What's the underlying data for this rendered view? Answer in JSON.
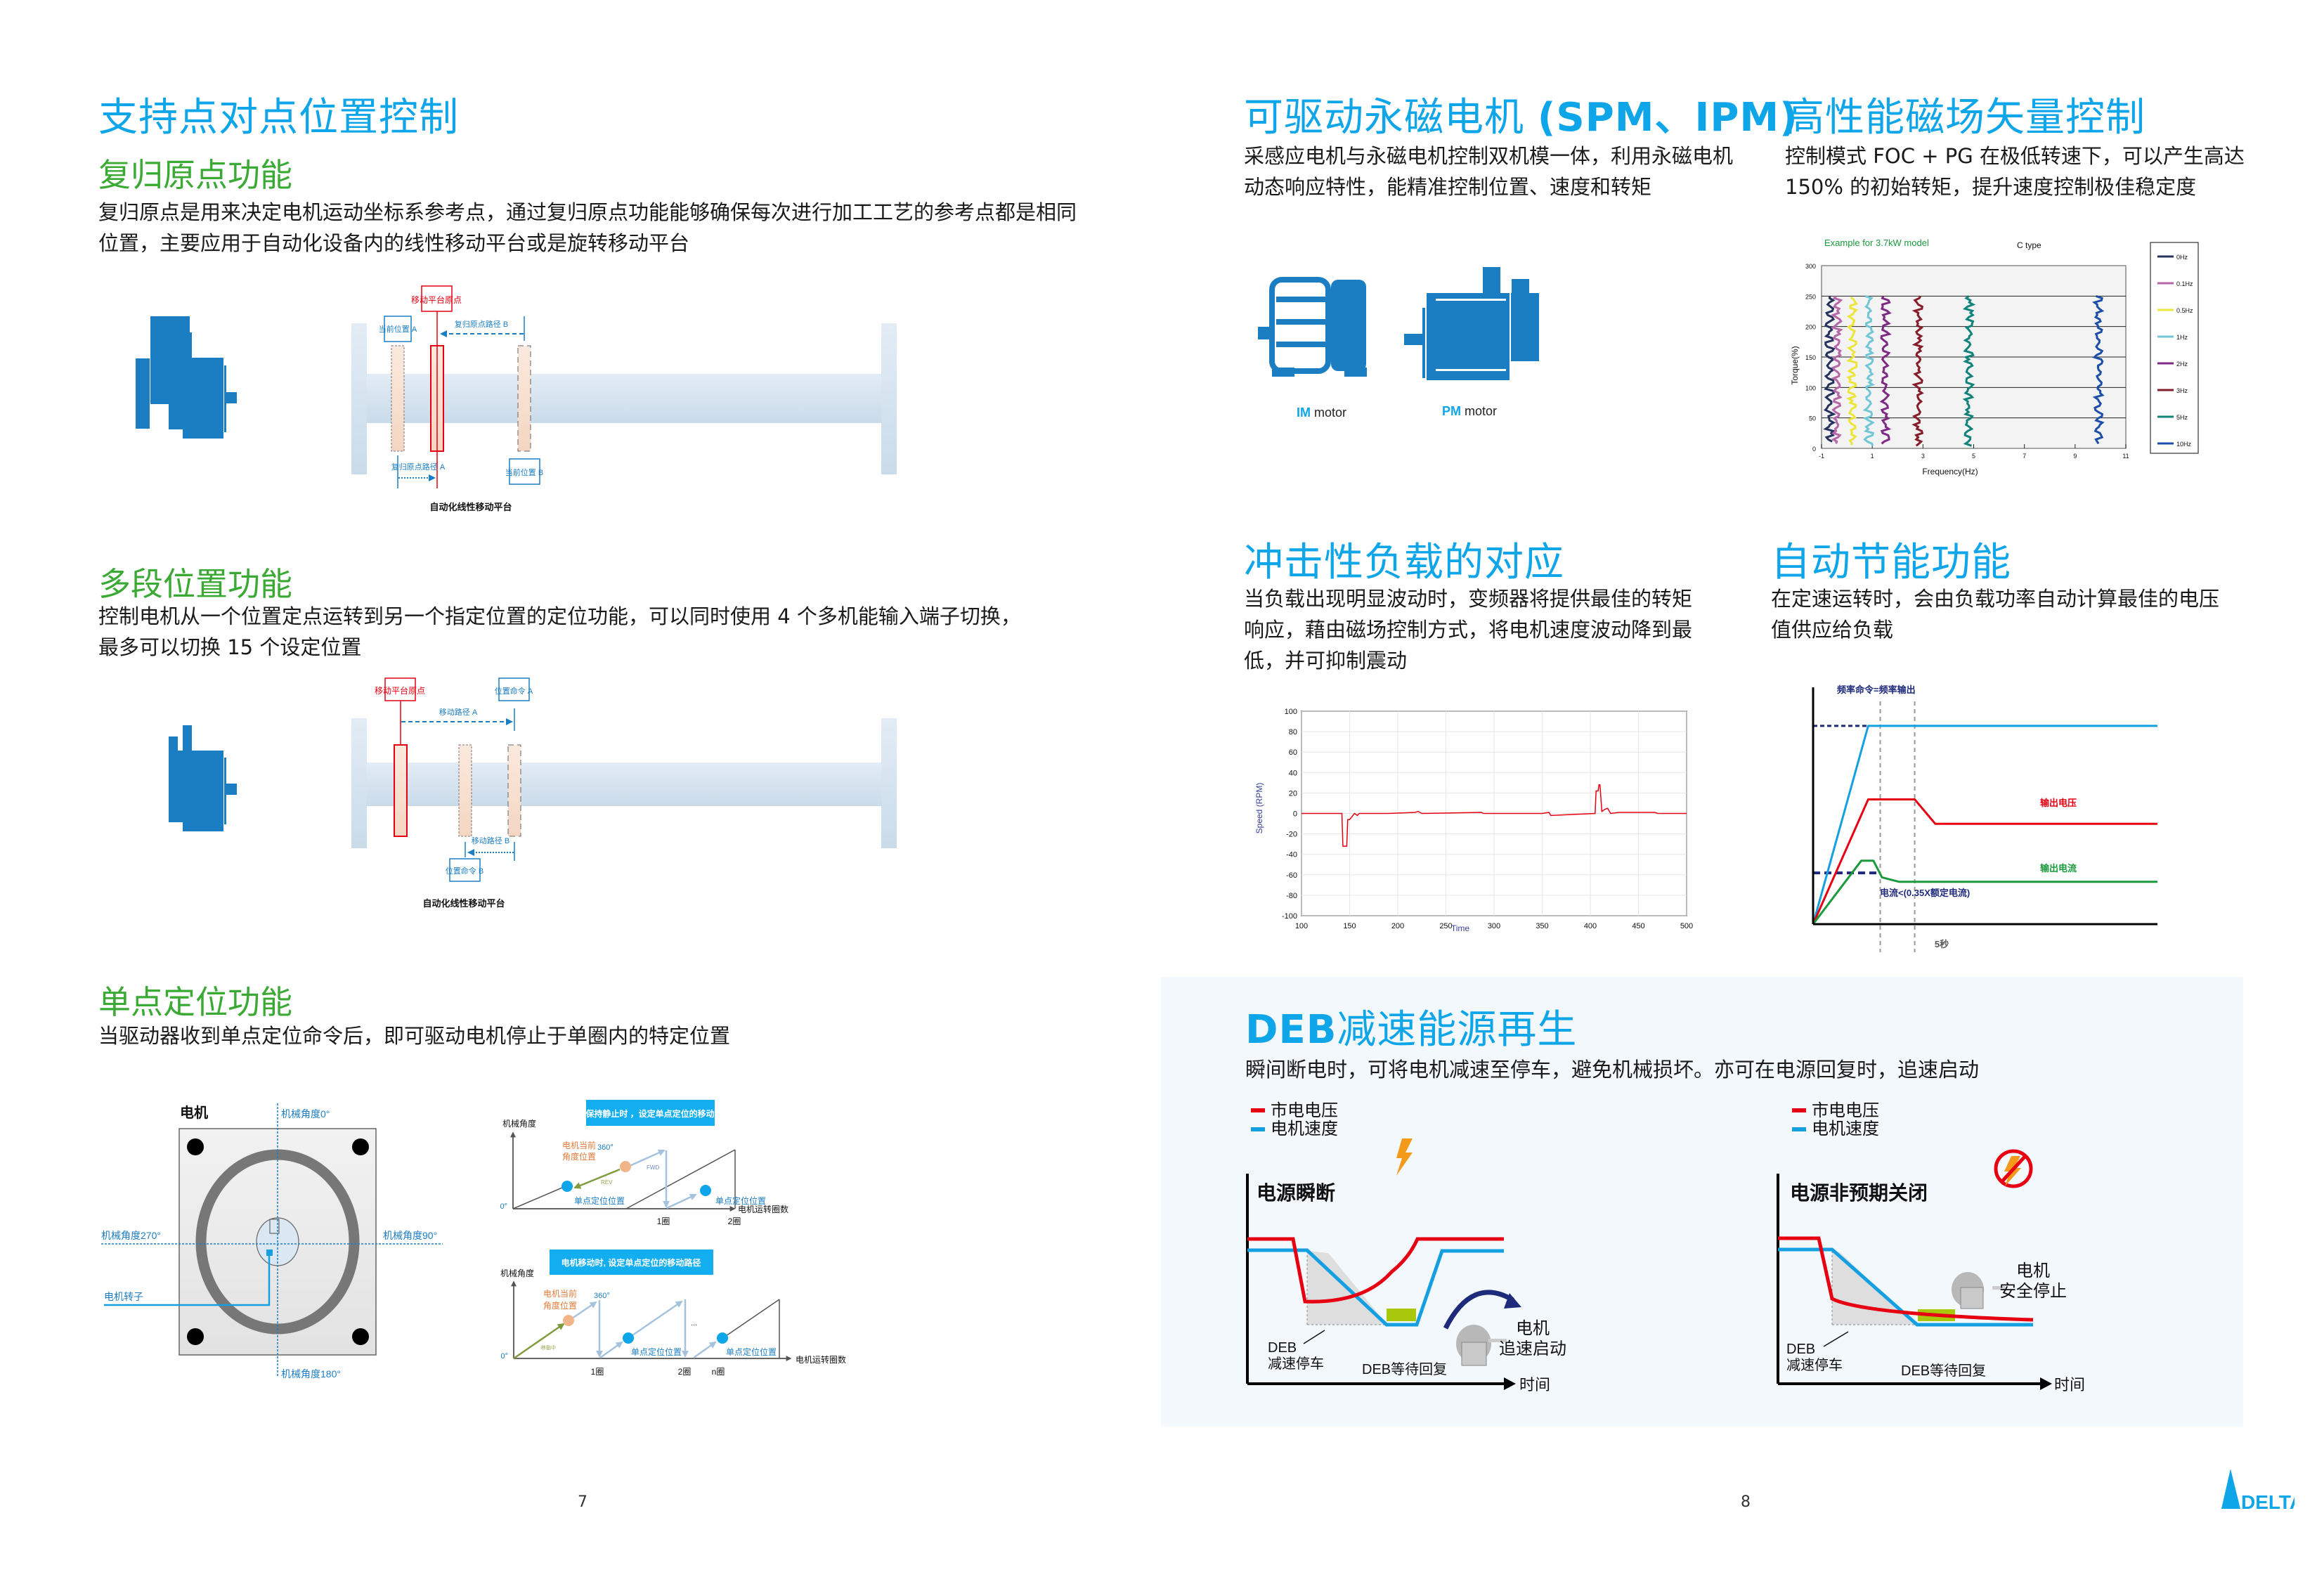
{
  "left_page": {
    "title": "支持点对点位置控制",
    "homing": {
      "heading": "复归原点功能",
      "body_line1": "复归原点是用来决定电机运动坐标系参考点，通过复归原点功能能够确保每次进行加工工艺的参考点都是相同",
      "body_line2": "位置，主要应用于自动化设备内的线性移动平台或是旋转移动平台",
      "diagram": {
        "origin_label": "移动平台原点",
        "pos_a_label": "当前位置 A",
        "pos_b_label": "当前位置 B",
        "path_a_label": "复归原点路径 A",
        "path_b_label": "复归原点路径 B",
        "caption": "自动化线性移动平台"
      }
    },
    "multistep": {
      "heading": "多段位置功能",
      "body_line1": "控制电机从一个位置定点运转到另一个指定位置的定位功能，可以同时使用 4 个多机能输入端子切换，",
      "body_line2": "最多可以切换 15 个设定位置",
      "diagram": {
        "origin_label": "移动平台原点",
        "cmd_a_label": "位置命令 A",
        "cmd_b_label": "位置命令 B",
        "path_a_label": "移动路径 A",
        "path_b_label": "移动路径 B",
        "caption": "自动化线性移动平台"
      }
    },
    "single_point": {
      "heading": "单点定位功能",
      "body": "当驱动器收到单点定位命令后，即可驱动电机停止于单圈内的特定位置",
      "motor_diagram": {
        "title": "电机",
        "angle_0": "机械角度0°",
        "angle_90": "机械角度90°",
        "angle_180": "机械角度180°",
        "angle_270": "机械角度270°",
        "rotor_label": "电机转子"
      },
      "chart_static": {
        "banner": "电机保持静止时 ，设定单点定位的移动路径",
        "y_label": "机械角度",
        "x_label": "电机运转圈数",
        "zero": "0°",
        "deg360": "360°",
        "current_label_1": "电机当前",
        "current_label_2": "角度位置",
        "fwd": "FWD",
        "rev": "REV",
        "stop_label": "单点定位位置",
        "tick1": "1圈",
        "tick2": "2圈"
      },
      "chart_moving": {
        "banner": "电机移动时, 设定单点定位的移动路径",
        "y_label": "机械角度",
        "x_label": "电机运转圈数",
        "zero": "0°",
        "deg360": "360°",
        "current_label_1": "电机当前",
        "current_label_2": "角度位置",
        "moving": "移動中",
        "stop_label": "单点定位位置",
        "ellipsis": "...",
        "tick1": "1圈",
        "tick2": "2圈",
        "tickn": "n圈"
      }
    },
    "page_number": "7"
  },
  "right_page": {
    "pm_motor": {
      "title_cn": "可驱动永磁电机",
      "title_paren": "(SPM、IPM)",
      "body_line1": "采感应电机与永磁电机控制双机模一体，利用永磁电机",
      "body_line2": "动态响应特性，能精准控制位置、速度和转矩",
      "im_prefix": "IM",
      "pm_prefix": "PM",
      "motor_suffix": " motor"
    },
    "foc": {
      "title": "高性能磁场矢量控制",
      "body_line1": "控制模式 FOC + PG 在极低转速下，可以产生高达",
      "body_line2": "150% 的初始转矩，提升速度控制极佳稳定度"
    },
    "impact": {
      "title": "冲击性负载的对应",
      "body_line1": "当负载出现明显波动时，变频器将提供最佳的转矩",
      "body_line2": "响应，藉由磁场控制方式，将电机速度波动降到最",
      "body_line3": "低，并可抑制震动"
    },
    "energy": {
      "title": "自动节能功能",
      "body_line1": "在定速运转时，会由负载功率自动计算最佳的电压",
      "body_line2": "值供应给负载"
    },
    "deb": {
      "title_latin": "DEB",
      "title_cn": "减速能源再生",
      "body": "瞬间断电时，可将电机减速至停车，避免机械损坏。亦可在电源回复时，追速启动",
      "legend_voltage": "市电电压",
      "legend_speed": "电机速度",
      "panel1": {
        "title": "电源瞬断",
        "decel_1": "DEB",
        "decel_2": "减速停车",
        "wait": "DEB等待回复",
        "motor_1": "电机",
        "motor_2": "追速启动",
        "time": "时间"
      },
      "panel2": {
        "title": "电源非预期关闭",
        "decel_1": "DEB",
        "decel_2": "减速停车",
        "wait": "DEB等待回复",
        "motor_1": "电机",
        "motor_2": "安全停止",
        "time": "时间"
      }
    },
    "page_number": "8",
    "brand": "DELTA"
  },
  "colors": {
    "title_blue": "#0ea5e9",
    "heading_green": "#3aaa35",
    "motor_blue": "#1c7ec2",
    "red": "#e60012",
    "cyan_line": "#14a0e0",
    "green_line": "#1a9a3c",
    "navy": "#1e2a7a",
    "lime": "#a9c80b"
  },
  "chart_data": [
    {
      "type": "line",
      "title": "Example for 3.7kW model",
      "subtitle": "C type",
      "xlabel": "Frequency(Hz)",
      "ylabel": "Torque(%)",
      "xlim": [
        -1,
        11
      ],
      "ylim": [
        0,
        300
      ],
      "xticks": [
        -1,
        1,
        3,
        5,
        7,
        9,
        11
      ],
      "yticks": [
        0,
        50,
        100,
        150,
        200,
        250,
        300
      ],
      "grid": true,
      "legend_position": "right",
      "series": [
        {
          "name": "0Hz",
          "color": "#27335f",
          "x": [
            -0.6,
            -0.6
          ],
          "y": [
            8,
            250
          ]
        },
        {
          "name": "0.1Hz",
          "color": "#b567a8",
          "x": [
            -0.3,
            -0.3
          ],
          "y": [
            5,
            250
          ]
        },
        {
          "name": "0.5Hz",
          "color": "#ece53b",
          "x": [
            0.3,
            0.3
          ],
          "y": [
            5,
            248
          ]
        },
        {
          "name": "1Hz",
          "color": "#72c7d6",
          "x": [
            0.95,
            0.95
          ],
          "y": [
            3,
            250
          ]
        },
        {
          "name": "2Hz",
          "color": "#7e2a84",
          "x": [
            1.6,
            1.6
          ],
          "y": [
            5,
            250
          ]
        },
        {
          "name": "3Hz",
          "color": "#861d2a",
          "x": [
            2.9,
            2.9
          ],
          "y": [
            3,
            250
          ]
        },
        {
          "name": "5Hz",
          "color": "#12837a",
          "x": [
            4.9,
            4.9
          ],
          "y": [
            3,
            250
          ]
        },
        {
          "name": "10Hz",
          "color": "#1e4fa8",
          "x": [
            10.0,
            10.0
          ],
          "y": [
            5,
            250
          ]
        }
      ]
    },
    {
      "type": "line",
      "title": "",
      "xlabel": "Time",
      "ylabel": "Speed (RPM)",
      "xlim": [
        100,
        500
      ],
      "ylim": [
        -100,
        100
      ],
      "xticks": [
        100,
        150,
        200,
        250,
        300,
        350,
        400,
        450,
        500
      ],
      "yticks": [
        -100,
        -80,
        -60,
        -40,
        -20,
        0,
        20,
        40,
        60,
        80,
        100
      ],
      "grid": true,
      "series": [
        {
          "name": "Speed",
          "color": "#e60012",
          "x": [
            100,
            142,
            143,
            147,
            148,
            150,
            155,
            158,
            160,
            165,
            190,
            218,
            221,
            225,
            287,
            289,
            350,
            357,
            359,
            405,
            406,
            408,
            409,
            410,
            412,
            415,
            418,
            421,
            430,
            443,
            467,
            470,
            500
          ],
          "y": [
            0,
            0,
            -32,
            -32,
            -6,
            -6,
            0,
            -2,
            0,
            0,
            0,
            1,
            2,
            0,
            1,
            0,
            0,
            1,
            -2,
            0,
            22,
            22,
            28,
            28,
            2,
            4,
            5,
            0,
            1,
            1,
            1,
            0,
            0
          ]
        }
      ]
    },
    {
      "type": "line",
      "title": "频率命令=频率输出",
      "annotations": [
        "输出电压",
        "输出电流",
        "电流<(0.35X额定电流)",
        "5秒"
      ],
      "xlim": [
        0,
        10
      ],
      "ylim": [
        0,
        10
      ],
      "series": [
        {
          "name": "频率输出",
          "color": "#14a0e0",
          "x": [
            0,
            1.6,
            10
          ],
          "y": [
            0,
            8.9,
            8.9
          ]
        },
        {
          "name": "输出电压",
          "color": "#e60012",
          "x": [
            0,
            1.6,
            2.95,
            3.55,
            10
          ],
          "y": [
            0,
            5.6,
            5.6,
            4.5,
            4.5
          ]
        },
        {
          "name": "输出电流",
          "color": "#1a9a3c",
          "x": [
            0,
            1.4,
            1.75,
            2.0,
            2.5,
            10
          ],
          "y": [
            0,
            2.85,
            2.85,
            2.1,
            1.9,
            1.9
          ]
        }
      ],
      "reference_levels": {
        "frequency_command": 8.9,
        "current_threshold": 2.3
      },
      "interval_markers": [
        1.95,
        2.95
      ]
    }
  ]
}
